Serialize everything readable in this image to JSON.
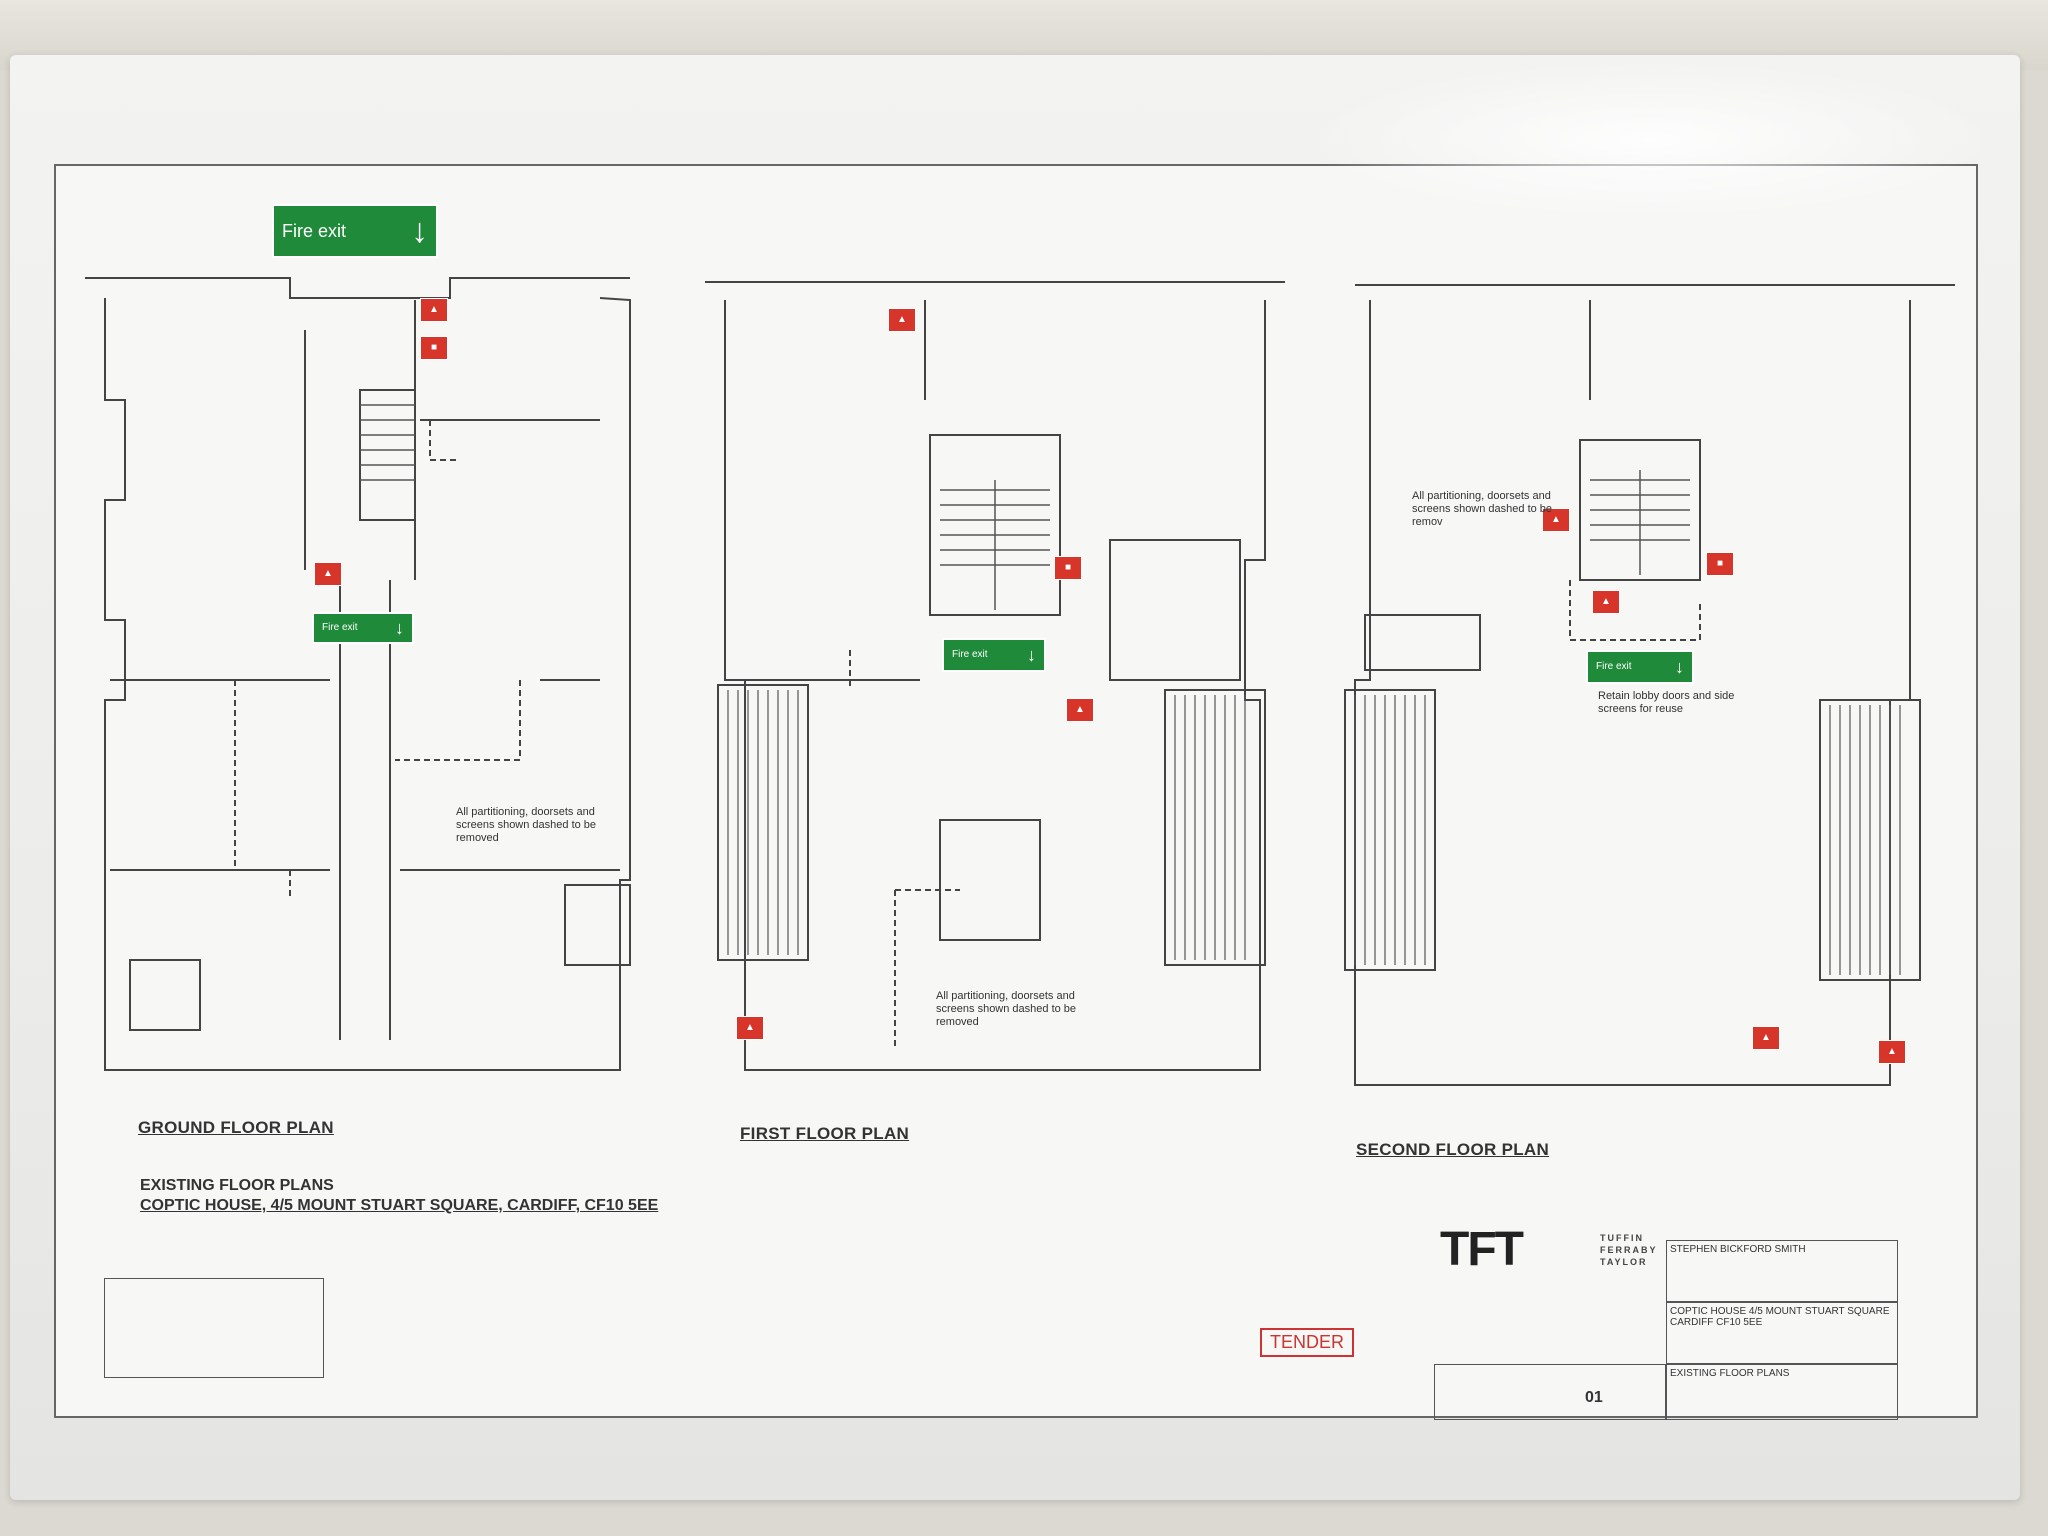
{
  "plans": {
    "ground": {
      "title": "GROUND FLOOR PLAN",
      "note": "All partitioning, doorsets and screens shown dashed to be removed"
    },
    "first": {
      "title": "FIRST FLOOR PLAN",
      "note": "All partitioning, doorsets and screens shown dashed to be removed"
    },
    "second": {
      "title": "SECOND FLOOR PLAN",
      "note": "All partitioning, doorsets and screens shown dashed to be remov",
      "note2": "Retain lobby doors and side screens for reuse"
    }
  },
  "title_block": {
    "line1": "EXISTING FLOOR PLANS",
    "line2": "COPTIC HOUSE, 4/5 MOUNT STUART SQUARE, CARDIFF, CF10 5EE"
  },
  "signs": {
    "fire_exit": "Fire exit"
  },
  "stamp": "TENDER",
  "office": {
    "logo": "TFT",
    "name": "TUFFIN FERRABY TAYLOR",
    "client": "STEPHEN BICKFORD SMITH",
    "project": "COPTIC HOUSE 4/5 MOUNT STUART SQUARE CARDIFF CF10 5EE",
    "drawing_title": "EXISTING FLOOR PLANS",
    "drawing_no": "01"
  },
  "colors": {
    "fire_green": "#1e8a3a",
    "fire_red": "#d8352a",
    "ink": "#444444"
  }
}
